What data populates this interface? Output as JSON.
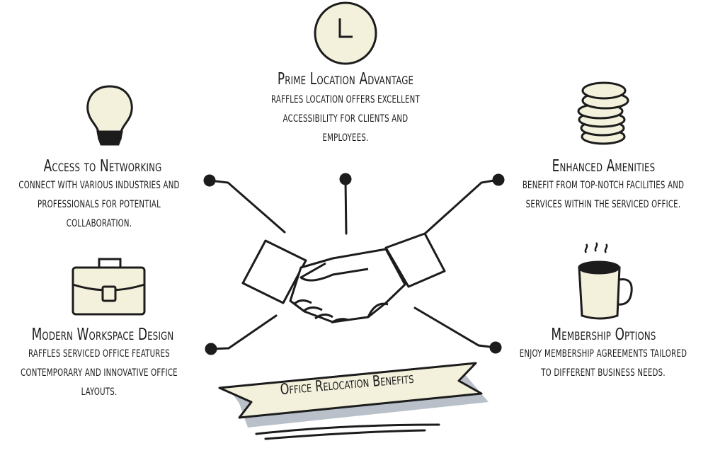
{
  "benefits": {
    "location": {
      "title": "Prime Location Advantage",
      "desc": "Raffles location offers excellent accessibility for clients and employees.",
      "icon": "clock-icon"
    },
    "networking": {
      "title": "Access to Networking",
      "desc": "Connect with various industries and professionals for potential collaboration.",
      "icon": "lightbulb-icon"
    },
    "amenities": {
      "title": "Enhanced Amenities",
      "desc": "Benefit from top-notch facilities and services within the serviced office.",
      "icon": "coins-icon"
    },
    "workspace": {
      "title": "Modern Workspace Design",
      "desc": "Raffles serviced office features contemporary and innovative office layouts.",
      "icon": "briefcase-icon"
    },
    "membership": {
      "title": "Membership Options",
      "desc": "Enjoy membership agreements tailored to different business needs.",
      "icon": "coffee-mug-icon"
    }
  },
  "banner": {
    "label": "Office Relocation Benefits"
  },
  "center": {
    "icon": "handshake-icon"
  },
  "colors": {
    "icon_fill": "#f3f1dc",
    "ink": "#1c1c1c",
    "banner_fill": "#f3f1dc",
    "banner_shadow": "#b9c0c9"
  }
}
